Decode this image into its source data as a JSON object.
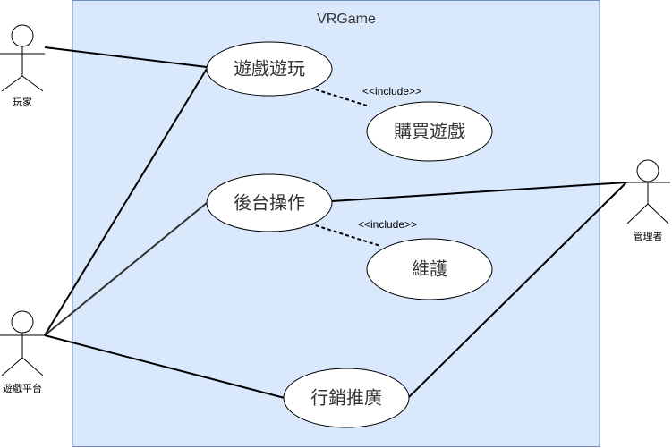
{
  "system": {
    "title": "VRGame"
  },
  "actors": {
    "player": "玩家",
    "platform": "遊戲平台",
    "admin": "管理者"
  },
  "use_cases": {
    "play": "遊戲遊玩",
    "buy": "購買遊戲",
    "backend": "後台操作",
    "maintain": "維護",
    "marketing": "行銷推廣"
  },
  "relations": {
    "include_1": "<<include>>",
    "include_2": "<<include>>"
  },
  "colors": {
    "system_fill": "#dae8fc",
    "system_stroke": "#6c8ebf"
  }
}
